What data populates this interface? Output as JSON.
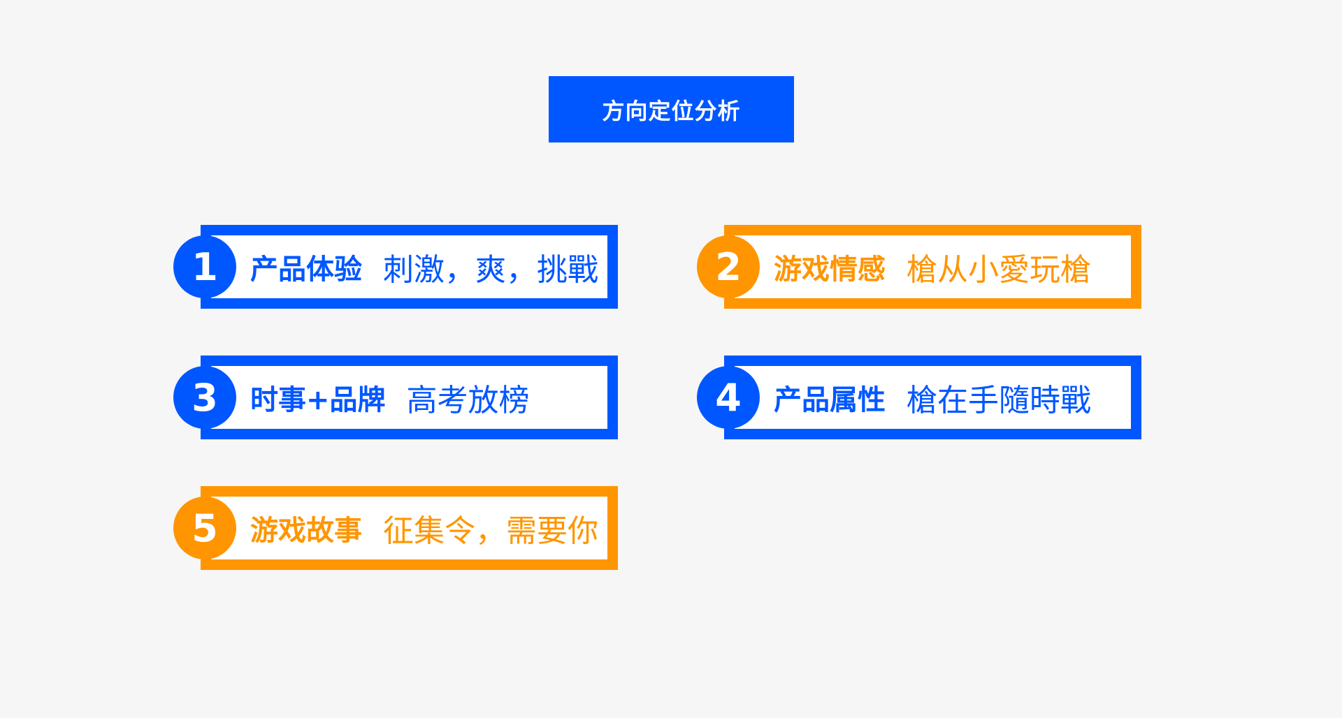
{
  "title": "方向定位分析",
  "colors": {
    "blue": "#0057ff",
    "orange": "#ff9500",
    "background": "#f6f6f6"
  },
  "cards": [
    {
      "number": "1",
      "label": "产品体验",
      "desc": "刺激，爽，挑戰",
      "color": "blue"
    },
    {
      "number": "2",
      "label": "游戏情感",
      "desc": "槍从小愛玩槍",
      "color": "orange"
    },
    {
      "number": "3",
      "label": "时事+品牌",
      "desc": "高考放榜",
      "color": "blue"
    },
    {
      "number": "4",
      "label": "产品属性",
      "desc": "槍在手隨時戰",
      "color": "blue"
    },
    {
      "number": "5",
      "label": "游戏故事",
      "desc": "征集令，需要你",
      "color": "orange"
    }
  ]
}
